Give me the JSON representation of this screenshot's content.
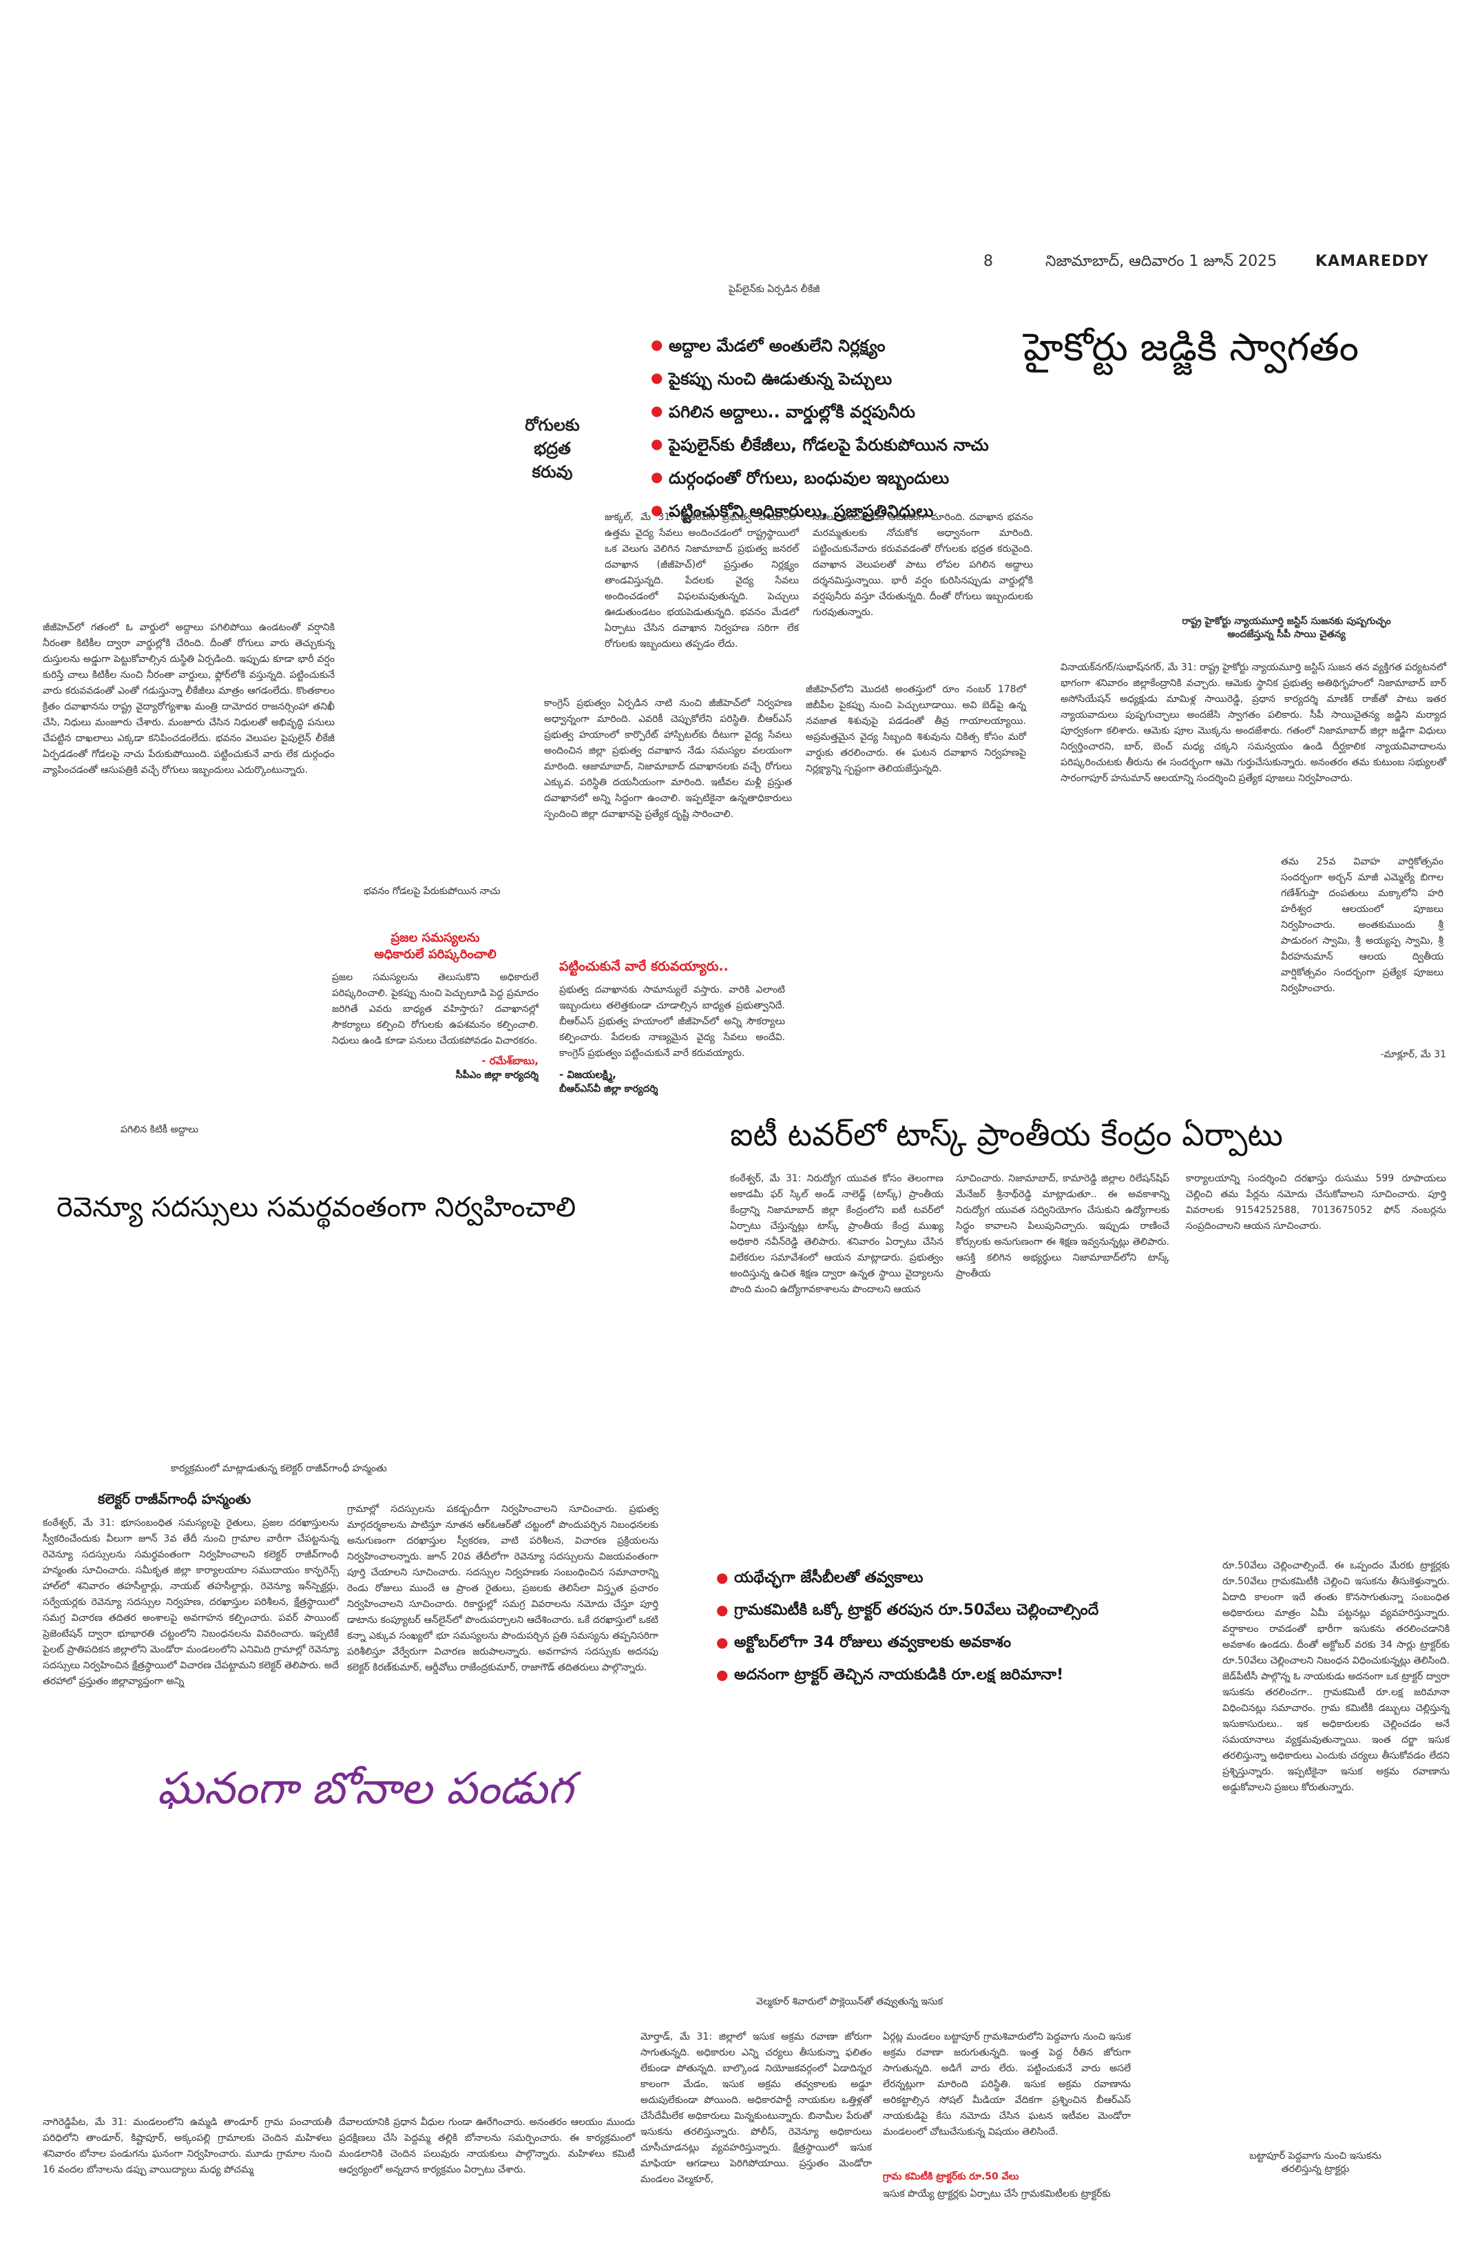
{
  "header": {
    "page_number": "8",
    "date_line": "నిజామాబాద్, ఆదివారం 1 జూన్ 2025",
    "edition": "KAMAREDDY"
  },
  "leakage_story": {
    "photo_caption_top": "పైప్‌లైన్‌కు ఏర్పడిన లీకేజీ",
    "side_headline": [
      "రోగులకు",
      "భద్రత",
      "కరువు"
    ],
    "bullets": [
      "అద్దాల మేడలో అంతులేని నిర్లక్ష్యం",
      "పైకప్పు నుంచి ఊడుతున్న పెచ్చులు",
      "పగిలిన అద్దాలు.. వార్డుల్లోకి వర్షపునీరు",
      "పైపులైన్‌కు లీకేజీలు, గోడలపై పేరుకుపోయిన నాచు",
      "దుర్గంధంతో రోగులు, బంధువుల ఇబ్బందులు",
      "పట్టించుకోని అధికారులు, ప్రజాప్రతినిధులు"
    ],
    "col1": "జుక్కల్, మే 31: బీఆర్‌ఎస్ ప్రభుత్వ హయాంలో ఉత్తమ వైద్య సేవలు అందించడంలో రాష్ట్రస్థాయిలో ఒక వెలుగు వెలిగిన నిజామాబాద్ ప్రభుత్వ జనరల్ దవాఖాన (జీజీహెచ్)లో ప్రస్తుతం నిర్లక్ష్యం తాండవిస్తున్నది. పేదలకు వైద్య సేవలు అందించడంలో విఫలమవుతున్నది. పెచ్చులు ఊడుతుండటం భయపెడుతున్నది. భవనం మేడలో ఏర్పాటు చేసిన దవాఖాన నిర్వహణ సరిగా లేక రోగులకు ఇబ్బందులు తప్పడం లేదు.",
    "col2": "సేవలు అందించడం ఆటంకంగా మారింది. దవాఖాన భవనం మరమ్మతులకు నోచుకోక అధ్వానంగా మారింది. పట్టించుకునేవారు కరువవడంతో రోగులకు భద్రత కరువైంది. దవాఖాన వెలుపలతో పాటు లోపల పగిలిన అద్దాలు దర్శనమిస్తున్నాయి. భారీ వర్షం కురిసినప్పుడు వార్డుల్లోకి వర్షపునీరు వస్తూ చేరుతున్నది. దీంతో రోగులు ఇబ్బందులకు గురవుతున్నారు.",
    "col_left": "జీజీహెచ్‌లో గతంలో ఓ వార్డులో అద్దాలు పగిలిపోయి ఉండటంతో వర్షానికి నీరంతా కిటికీల ద్వారా వార్డుల్లోకి చేరింది. దీంతో రోగులు వారు తెచ్చుకున్న దుస్తులను అడ్డుగా పెట్టుకోవాల్సిన దుస్థితి ఏర్పడింది. ఇప్పుడు కూడా భారీ వర్షం కురిస్తే చాలు కిటికీల నుంచి నీరంతా వార్డులు, ఫ్లోర్‌లోకి వస్తున్నది. పట్టించుకునే వారు కరువవడంతో ఎంతో గడుస్తున్నా లీకేజీలు మాత్రం ఆగడంలేదు. కొంతకాలం క్రితం దవాఖానను రాష్ట్ర వైద్యారోగ్యశాఖ మంత్రి దామోదర రాజనర్సింహా తనిఖీ చేసి, నిధులు మంజూరు చేశారు. మంజూరు చేసిన నిధులతో అభివృద్ధి పనులు చేపట్టిన దాఖలాలు ఎక్కడా కనిపించడంలేదు. భవనం వెలుపల పైపులైన్ లీకేజీ ఏర్పడడంతో గోడలపై నాచు పేరుకుపోయింది. పట్టించుకునే వారు లేక దుర్గంధం వ్యాపించడంతో ఆసుపత్రికి వచ్చే రోగులు ఇబ్బందులు ఎదుర్కొంటున్నారు.",
    "col_mid_left": "కాంగ్రెస్ ప్రభుత్వం ఏర్పడిన నాటి నుంచి జీజీహెచ్‌లో నిర్వహణ అధ్వాన్నంగా మారింది. ఎవరికీ చెప్పుకోలేని పరిస్థితి. బీఆర్‌ఎస్ ప్రభుత్వ హయాంలో కార్పొరేట్ హాస్పిటల్‌కు దీటుగా వైద్య సేవలు అందించిన జిల్లా ప్రభుత్వ దవాఖాన నేడు సమస్యల వలయంగా మారింది. ఆజామాబాద్, నిజామాబాద్ దవాఖానలకు వచ్చే రోగులు ఎక్కువ. పరిస్థితి దయనీయంగా మారింది. ఇటీవల మళ్లీ ప్రస్తుత దవాఖానలో అన్ని సిద్ధంగా ఉంచాలి. ఇప్పటికైనా ఉన్నతాధికారులు స్పందించి జిల్లా దవాఖానపై ప్రత్యేక దృష్టి సారించాలి.",
    "col_mid_right": "జీజీహెచ్‌లోని మొదటి అంతస్తులో రూం నంబర్ 178లో జిబీపీల పైకప్పు నుంచి పెచ్చులూడాయి. అవి బెడ్‌పై ఉన్న నవజాత శిశువుపై పడడంతో తీవ్ర గాయాలయ్యాయి. అప్రమత్తమైన వైద్య సిబ్బంది శిశువును చికిత్స కోసం మరో వార్డుకు తరలించారు. ఈ ఘటన దవాఖాన నిర్వహణపై నిర్లక్ష్యాన్ని స్పష్టంగా తెలియజేస్తున్నది.",
    "photo_caption_nachu": "భవనం గోడలపై పేరుకుపోయిన నాచు",
    "photo_caption_windows": "పగిలిన కిటికీ అద్దాలు",
    "quote1": {
      "heading_lines": [
        "ప్రజల సమస్యలను",
        "అధికారులే పరిష్కరించాలి"
      ],
      "text": "ప్రజల సమస్యలను తెలుసుకొని అధికారులే పరిష్కరించాలి. పైకప్పు నుంచి పెచ్చులూడి పెద్ద ప్రమాదం జరిగితే ఎవరు బాధ్యత వహిస్తారు? దవాఖానల్లో సౌకర్యాలు కల్పించి రోగులకు ఉపశమనం కల్పించాలి. నిధులు ఉండి కూడా పనులు చేయకపోవడం విచారకరం.",
      "name": "- రమేశ్‌బాబు,",
      "role": "సీపీఎం జిల్లా కార్యదర్శి"
    },
    "quote2": {
      "heading": "పట్టించుకునే వారే కరువయ్యారు..",
      "text": "ప్రభుత్వ దవాఖానకు సామాన్యులే వస్తారు. వారికి ఎలాంటి ఇబ్బందులు తలెత్తకుండా చూడాల్సిన బాధ్యత ప్రభుత్వానిదే. బీఆర్‌ఎస్ ప్రభుత్వ హయాంలో జీజీహెచ్‌లో అన్ని సౌకర్యాలు కల్పించారు. పేదలకు నాణ్యమైన వైద్య సేవలు అందేవి. కాంగ్రెస్ ప్రభుత్వం పట్టించుకునే వారే కరువయ్యారు.",
      "name": "- విజయలక్ష్మి,",
      "role": "బీఆర్‌ఎస్‌వీ జిల్లా కార్యదర్శి"
    }
  },
  "judge_story": {
    "headline": "హైకోర్టు జడ్జికి స్వాగతం",
    "caption_line1": "రాష్ట్ర హైకోర్టు న్యాయమూర్తి జస్టిస్ సుజనకు పుష్పగుచ్ఛం",
    "caption_line2": "అందజేస్తున్న సీపీ సాయి చైతన్య",
    "text1": "వినాయక్‌నగర్/సుభాష్‌నగర్, మే 31: రాష్ట్ర హైకోర్టు న్యాయమూర్తి జస్టిస్ సుజన తన వ్యక్తిగత పర్యటనలో భాగంగా శనివారం జిల్లాకేంద్రానికి వచ్చారు. ఆమెకు స్థానిక ప్రభుత్వ అతిథిగృహంలో నిజామాబాద్ బార్ అసోసియేషన్ అధ్యక్షుడు మామిళ్ల సాయిరెడ్డి, ప్రధాన కార్యదర్శి మాణిక్ రాజ్‌తో పాటు ఇతర న్యాయవాదులు పుష్పగుచ్ఛాలు అందజేసి స్వాగతం పలికారు. సీపీ సాయిచైతన్య జడ్జిని మర్యాద పూర్వకంగా కలిశారు. ఆమెకు పూల మొక్కను అందజేశారు. గతంలో నిజామాబాద్ జిల్లా జడ్జిగా విధులు నిర్వర్తించారని, బార్, బెంచ్ మధ్య చక్కని సమన్వయం ఉండి దీర్ఘకాలిక న్యాయవివాదాలను పరిష్కరించుటకు తీరును ఈ సందర్భంగా ఆమె గుర్తుచేసుకున్నారు. అనంతరం తమ కుటుంబ సభ్యులతో సారంగాపూర్ హనుమాన్ ఆలయాన్ని సందర్శించి ప్రత్యేక పూజలు నిర్వహించారు.",
    "text2": "తమ 25వ వివాహ వార్షికోత్సవం సందర్భంగా అర్బన్ మాజీ ఎమ్మెల్యే బిగాల గణేశ్‌గుప్తా దంపతులు మక్కాలోని హరి హరీశ్వర ఆలయంలో పూజలు నిర్వహించారు. అంతకుముందు శ్రీ పాడురంగ స్వామి, శ్రీ అయ్యప్ప స్వామి, శ్రీ వీరహనుమాన్ ఆలయ ద్వితీయ వార్షికోత్సవం సందర్భంగా ప్రత్యేక పూజలు నిర్వహించారు.",
    "dateline2": "-మాక్లూర్, మే 31"
  },
  "it_tower": {
    "headline": "ఐటీ టవర్‌లో టాస్క్ ప్రాంతీయ కేంద్రం ఏర్పాటు",
    "col1": "కంఠేశ్వర్, మే 31: నిరుద్యోగ యువత కోసం తెలంగాణ అకాడమీ ఫర్ స్కిల్ అండ్ నాలెడ్జ్ (టాస్క్) ప్రాంతీయ కేంద్రాన్ని నిజామాబాద్ జిల్లా కేంద్రంలోని ఐటీ టవర్‌లో ఏర్పాటు చేస్తున్నట్లు టాస్క్ ప్రాంతీయ కేంద్ర ముఖ్య అధికారి నవీన్‌రెడ్డి తెలిపారు. శనివారం ఏర్పాటు చేసిన విలేకరుల సమావేశంలో ఆయన మాట్లాడారు. ప్రభుత్వం అందిస్తున్న ఉచిత శిక్షణ ద్వారా ఉన్నత స్థాయి వైద్యాలను పొంది మంచి ఉద్యోగావకాశాలను పొందాలని ఆయన",
    "col2": "సూచించారు. నిజామాబాద్, కామారెడ్డి జిల్లాల రిలేషన్‌షిప్ మేనేజర్ శ్రీనాథ్‌రెడ్డి మాట్లాడుతూ.. ఈ అవకాశాన్ని నిరుద్యోగ యువత సద్వినియోగం చేసుకుని ఉద్యోగాలకు సిద్ధం కావాలని పిలుపునిచ్చారు. ఇప్పుడు రాణించే కోర్సులకు అనుగుణంగా ఈ శిక్షణ ఇవ్వనున్నట్లు తెలిపారు. ఆసక్తి కలిగిన అభ్యర్థులు నిజామాబాద్‌లోని టాస్క్ ప్రాంతీయ",
    "col3": "కార్యాలయాన్ని సందర్శించి దరఖాస్తు రుసుము 599 రూపాయలు చెల్లించి తమ పేర్లను నమోదు చేసుకోవాలని సూచించారు. పూర్తి వివరాలకు 9154252588, 7013675052 ఫోన్ నంబర్లను సంప్రదించాలని ఆయన సూచించారు."
  },
  "revenue_story": {
    "headline": "రెవెన్యూ సదస్సులు సమర్థవంతంగా నిర్వహించాలి",
    "photo_caption": "కార్యక్రమంలో మాట్లాడుతున్న కలెక్టర్ రాజీవ్‌గాంధీ హన్మంతు",
    "sub_caption": "కలెక్టర్ రాజీవ్‌గాంధీ హన్మంతు",
    "col1": "కంఠేశ్వర్, మే 31: భూసంబంధిత సమస్యలపై రైతులు, ప్రజల దరఖాస్తులను స్వీకరించేందుకు వీలుగా జూన్ 3వ తేదీ నుంచి గ్రామాల వారీగా చేపట్టనున్న రెవెన్యూ సదస్సులను సమర్థవంతంగా నిర్వహించాలని కలెక్టర్ రాజీవ్‌గాంధీ హన్మంతు సూచించారు. సమీకృత జిల్లా కార్యాలయాల సముదాయం కాన్ఫరెన్స్ హాల్‌లో శనివారం తహసీల్దార్లు, నాయబ్ తహసీల్దార్లు, రెవెన్యూ ఇన్‌స్పెక్టర్లు, సర్వేయర్లకు రెవెన్యూ సదస్సుల నిర్వహణ, దరఖాస్తుల పరిశీలన, క్షేత్రస్థాయిలో సమగ్ర విచారణ తదితర అంశాలపై అవగాహన కల్పించారు. పవర్ పాయింట్ ప్రెజెంటేషన్ ద్వారా భూభారతి చట్టంలోని నిబంధనలను వివరించారు. ఇప్పటికే పైలట్ ప్రాతిపదికన జిల్లాలోని మెండోరా మండలంలోని ఎనిమిది గ్రామాల్లో రెవెన్యూ సదస్సులు నిర్వహించిన క్షేత్రస్థాయిలో విచారణ చేపట్టామని కలెక్టర్ తెలిపారు. అదే తరహాలో ప్రస్తుతం జిల్లావ్యాప్తంగా అన్ని",
    "col2": "గ్రామాల్లో సదస్సులను పకడ్బందీగా నిర్వహించాలని సూచించారు. ప్రభుత్వ మార్గదర్శకాలను పాటిస్తూ నూతన ఆర్‌ఓఆర్‌తో చట్టంలో పొందుపర్చిన నిబంధనలకు అనుగుణంగా దరఖాస్తుల స్వీకరణ, వాటి పరిశీలన, విచారణ ప్రక్రియలను నిర్వహించాలన్నారు. జూన్ 20వ తేదీలోగా రెవెన్యూ సదస్సులను విజయవంతంగా పూర్తి చేయాలని సూచించారు. సదస్సుల నిర్వహణకు సంబంధించిన సమాచారాన్ని రెండు రోజులు ముందే ఆ ప్రాంత రైతులు, ప్రజలకు తెలిసేలా విస్తృత ప్రచారం నిర్వహించాలని సూచించారు. రికార్డుల్లో సమగ్ర వివరాలను నమోదు చేస్తూ పూర్తి డాటాను కంప్యూటర్ ఆన్‌లైన్‌లో పొందుపర్చాలని ఆదేశించారు. ఒకే దరఖాస్తులో ఒకటి కన్నా ఎక్కువ సంఖ్యలో భూ సమస్యలను పొందుపర్చిన ప్రతి సమస్యను తప్పనిసరిగా పరిశీలిస్తూ వేర్వేరుగా విచారణ జరుపాలన్నారు. అవగాహన సదస్సుకు అదనపు కలెక్టర్ కిరణ్‌కుమార్, ఆర్డీవోలు రాజేంద్రకుమార్, రాజాగౌడ్ తదితరులు పాల్గొన్నారు."
  },
  "bonalu": {
    "headline": "ఘనంగా బోనాల పండుగ",
    "photo_caption": "వెల్మకూర్ శివారులో పొక్లెయిన్‌తో తవ్వుతున్న ఇసుక",
    "col1": "నాగిరెడ్డిపేట, మే 31: మండలంలోని ఉమ్మడి తాండూర్ గ్రామ పంచాయతీ పరిధిలోని తాండూర్, కిష్టాపూర్, అక్కంపల్లి గ్రామాలకు చెందిన మహిళలు శనివారం బోనాల పండుగను ఘనంగా నిర్వహించారు. మూడు గ్రామాల నుంచి 16 వందల బోనాలను డప్పు వాయిద్యాలు మధ్య పోచమ్మ",
    "col2": "దేవాలయానికి ప్రధాన వీధుల గుండా ఊరేగించారు. అనంతరం ఆలయం ముందు ప్రదక్షిణలు చేసి పెద్దమ్మ తల్లికి బోనాలను సమర్పించారు. ఈ కార్యక్రమంలో మండలానికి చెందిన పలువురు నాయకులు పాల్గొన్నారు. మహిళలు కమిటీ ఆధ్వర్యంలో అన్నదాన కార్యక్రమం ఏర్పాటు చేశారు."
  },
  "sand_story": {
    "bullets": [
      "యథేచ్ఛగా జేసీబీలతో తవ్వకాలు",
      "గ్రామకమిటీకి ఒక్కో ట్రాక్టర్ తరపున రూ.50వేలు చెల్లించాల్సిందే",
      "అక్టోబర్‌లోగా 34 రోజులు తవ్వకాలకు అవకాశం",
      "అదనంగా ట్రాక్టర్ తెచ్చిన నాయకుడికి రూ.లక్ష జరిమానా!"
    ],
    "right_col": "రూ.50వేలు చెల్లించాల్సిందే. ఈ ఒప్పందం మేరకు ట్రాక్టర్లకు రూ.50వేలు గ్రామకమిటీకి చెల్లించి ఇసుకను తీసుకెళ్తున్నారు. ఏదాది కాలంగా ఇదే తంతు కొనసాగుతున్నా సంబంధిత అధికారులు మాత్రం ఏమీ పట్టనట్లు వ్యవహరిస్తున్నారు. వర్షాకాలం రావడంతో భారీగా ఇసుకను తరలించడానికి అవకాశం ఉండదు. దీంతో అక్టోబర్ వరకు 34 సార్లు ట్రాక్టర్‌కు రూ.50వేలు చెల్లించాలని నిబంధన విధించుకున్నట్లు తెలిసింది. జెడ్‌పీటీసీ పాల్గొన్న ఓ నాయకుడు అదనంగా ఒక ట్రాక్టర్ ద్వారా ఇసుకను తరలించగా.. గ్రామకమిటీ రూ.లక్ష జరిమానా విధించినట్లు సమాచారం. గ్రామ కమిటీకి డబ్బులు చెల్లిస్తున్న ఇసుకాసురులు.. ఇక అధికారులకు చెల్లించడం అనే సమయానాలు వ్యక్తమవుతున్నాయి. ఇంత దర్జా ఇసుక తరలిస్తున్నా అధికారులు ఎందుకు చర్యలు తీసుకోవడం లేదని ప్రశ్నిస్తున్నారు. ఇప్పటికైనా ఇసుక అక్రమ రవాణాను అడ్డుకోవాలని ప్రజలు కోరుతున్నారు.",
    "col1": "మోర్తాడ్, మే 31: జిల్లాలో ఇసుక అక్రమ రవాణా జోరుగా సాగుతున్నది. అధికారుల ఎన్ని చర్యలు తీసుకున్నా ఫలితం లేకుండా పోతున్నది. బాల్కొండ నియోజకవర్గంలో ఏడాదిన్నర కాలంగా మేడం, ఇసుక అక్రమ తవ్వకాలకు అడ్డూ అదుపులేకుండా పోయింది. అధికారపార్టీ నాయకుల ఒత్తిళ్లతో చేసేదేమీలేక అధికారులు మిన్నకుంటున్నారు. బినామీల పేరుతో ఇసుకను తరలిస్తున్నారు. పోలీస్, రెవెన్యూ అధికారులు చూసీచూడనట్లు వ్యవహరిస్తున్నారు. క్షేత్రస్థాయిలో ఇసుక మాఫియా ఆగడాలు పెరిగిపోయాయి. ప్రస్తుతం మెండోరా మండలం వెల్మకూర్,",
    "col2": "ఏర్గట్ల మండలం బట్టాపూర్ గ్రామశివారులోని పెద్దవాగు నుంచి ఇసుక అక్రమ రవాణా జరుగుతున్నది. ఇంత్త పెద్ద రీతిన జోరుగా సాగుతున్నది. అడిగే వారు లేరు. పట్టించుకునే వారు అసలే లేరన్నట్లుగా మారింది పరిస్థితి. ఇసుక అక్రమ రవాణాను అరికట్టాల్సిన సోషల్ మీడియా వేదికగా ప్రశ్నించిన బీఆర్‌ఎస్ నాయకుడిపై కేసు నమోదు చేసిన ఘటన ఇటీవల మెండోరా మండలంలో చోటుచేసుకున్న విషయం తెలిసిందే.",
    "sub_heading": "గ్రామ కమిటీకి ట్రాక్టర్‌కు రూ.50 వేలు",
    "sub_text": "ఇసుక పొయ్యే ట్రాక్టర్లకు ఏర్పాటు చేసే గ్రామకమిటీలకు ట్రాక్టర్‌కు",
    "photo_caption": [
      "బట్టాపూర్ పెద్దవాగు నుంచి ఇసుకను",
      "తరలిస్తున్న ట్రాక్టర్లు"
    ]
  },
  "colors": {
    "accent_red": "#e01f26",
    "text": "#222222",
    "bonalu_purple": "#7b2c8f"
  }
}
